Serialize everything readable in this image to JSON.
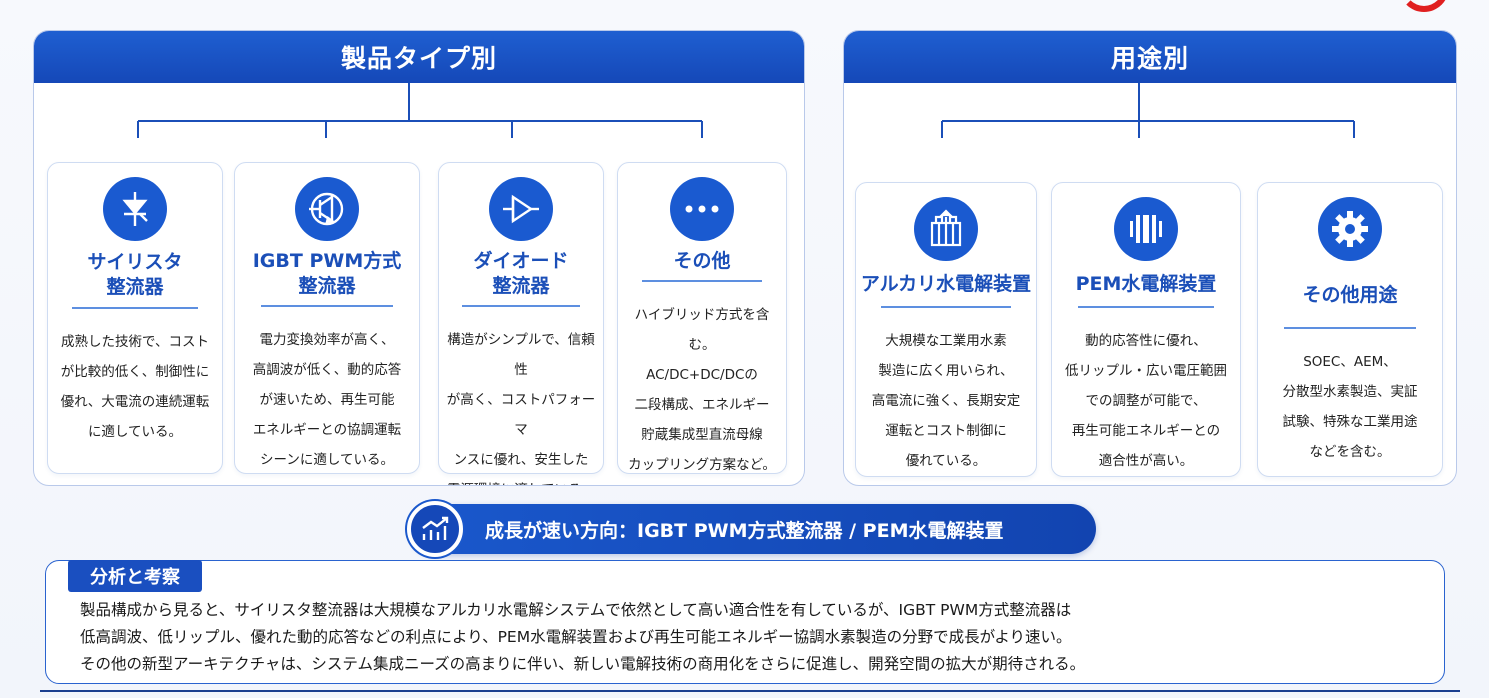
{
  "product_panel": {
    "title": "製品タイプ別",
    "cards": [
      {
        "icon": "thyristor-icon",
        "title_lines": [
          "サイリスタ",
          "整流器"
        ],
        "description": "成熟した技術で、コスト\nが比較的低く、制御性に\n優れ、大電流の連続運転\nに適している。"
      },
      {
        "icon": "igbt-icon",
        "title_lines": [
          "IGBT PWM方式",
          "整流器"
        ],
        "description": "電力変換効率が高く、\n高調波が低く、動的応答\nが速いため、再生可能\nエネルギーとの協調運転\nシーンに適している。"
      },
      {
        "icon": "diode-icon",
        "title_lines": [
          "ダイオード",
          "整流器"
        ],
        "description": "構造がシンプルで、信頼性\nが高く、コストパフォーマ\nンスに優れ、安生した\n電源環境に適している。"
      },
      {
        "icon": "more-icon",
        "title_lines": [
          "その他"
        ],
        "description": "ハイブリッド方式を含む。\nAC/DC+DC/DCの\n二段構成、エネルギー\n貯蔵集成型直流母線\nカップリング方案など。"
      }
    ]
  },
  "application_panel": {
    "title": "用途別",
    "cards": [
      {
        "icon": "alkaline-electrolyzer-icon",
        "title_lines": [
          "アルカリ水電解装置"
        ],
        "description": "大規模な工業用水素\n製造に広く用いられ、\n高電流に強く、長期安定\n運転とコスト制御に\n優れている。"
      },
      {
        "icon": "pem-stack-icon",
        "title_lines": [
          "PEM水電解装置"
        ],
        "description": "動的応答性に優れ、\n低リップル・広い電圧範囲\nでの調整が可能で、\n再生可能エネルギーとの\n適合性が高い。"
      },
      {
        "icon": "gear-icon",
        "title_lines": [
          "その他用途"
        ],
        "description": "SOEC、AEM、\n分散型水素製造、実証\n試験、特殊な工業用途\nなどを含む。"
      }
    ]
  },
  "growth": {
    "icon": "growth-chart-icon",
    "text": "成長が速い方向：IGBT PWM方式整流器 / PEM水電解装置"
  },
  "analysis": {
    "tag": "分析と考察",
    "lines": [
      "製品構成から見ると、サイリスタ整流器は大規模なアルカリ水電解システムで依然として高い適合性を有しているが、IGBT PWM方式整流器は",
      "低高調波、低リップル、優れた動的応答などの利点により、PEM水電解装置および再生可能エネルギー協調水素製造の分野で成長がより速い。",
      "その他の新型アーキテクチャは、システム集成ニーズの高まりに伴い、新しい電解技術の商用化をさらに促進し、開発空間の拡大が期待される。"
    ]
  },
  "colors": {
    "primary": "#1a5ad0",
    "header": "#1548b8",
    "title_text": "#1b4fb8",
    "border": "#b9c9ea"
  }
}
